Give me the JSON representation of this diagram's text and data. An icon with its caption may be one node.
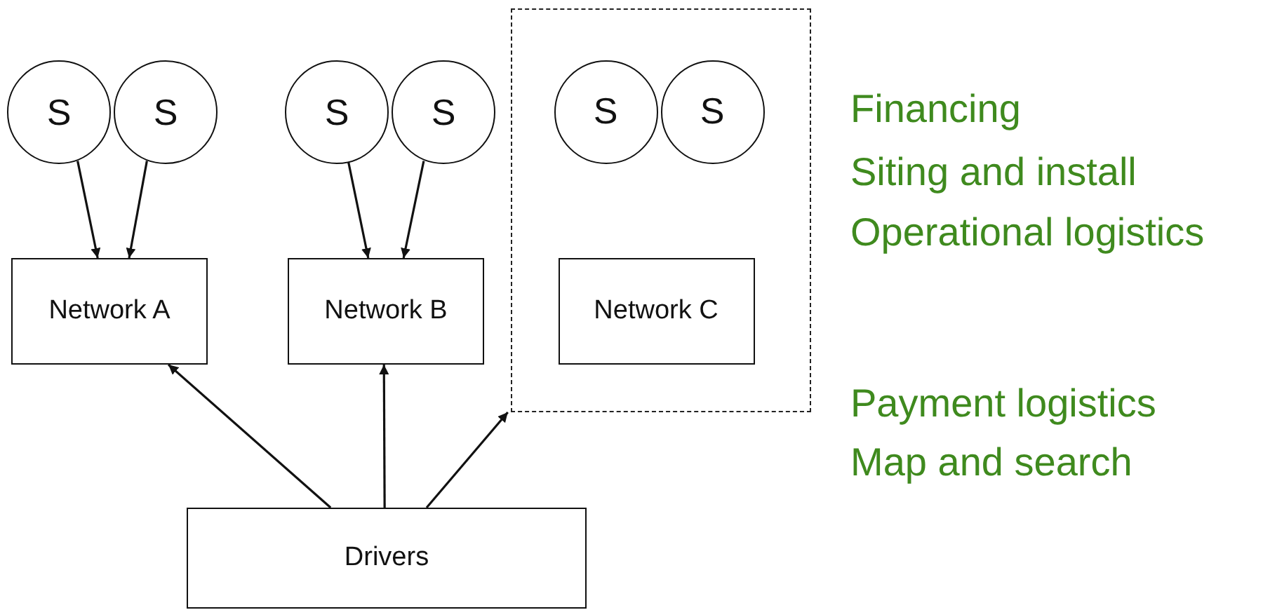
{
  "diagram": {
    "nodes": [
      {
        "text": [
          "S"
        ]
      },
      {
        "text": [
          "S"
        ]
      },
      {
        "text": [
          "S"
        ]
      },
      {
        "text": [
          "S"
        ]
      },
      {
        "text": [],
        "shape": "box"
      },
      {
        "text": [
          "S"
        ],
        "in": 4
      },
      {
        "text": [
          "S"
        ],
        "in": 4
      },
      {
        "text": [
          "Network A"
        ]
      },
      {
        "text": [
          "Network B"
        ]
      },
      {
        "text": [
          "Network C"
        ],
        "in": 4
      },
      {
        "text": [
          "Drivers"
        ]
      }
    ],
    "edges": [
      {
        "from": 0,
        "to": 7,
        "arrow": "to"
      },
      {
        "from": 1,
        "to": 7,
        "arrow": "to"
      },
      {
        "from": 2,
        "to": 8,
        "arrow": "to"
      },
      {
        "from": 3,
        "to": 8,
        "arrow": "to"
      },
      {
        "from": 10,
        "to": 7,
        "arrow": "to"
      },
      {
        "from": 10,
        "to": 8,
        "arrow": "to"
      },
      {
        "from": 10,
        "to": 4,
        "arrow": "to"
      }
    ],
    "labels": [
      "Financing",
      "Siting and install",
      "Operational logistics",
      "Payment logistics",
      "Map and search"
    ]
  }
}
